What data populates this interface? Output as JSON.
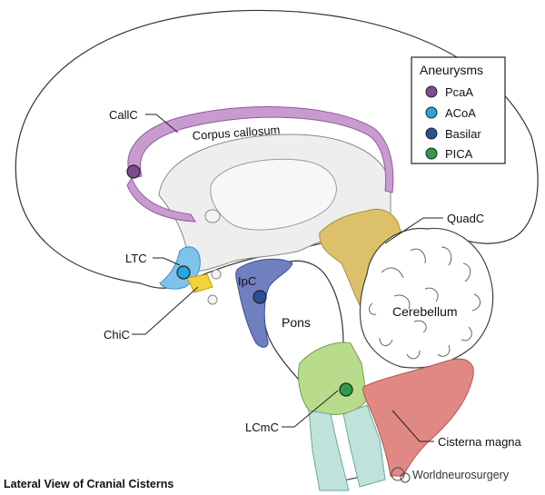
{
  "legend": {
    "title": "Aneurysms",
    "items": [
      {
        "label": "PcaA",
        "color": "#7d4a93"
      },
      {
        "label": "ACoA",
        "color": "#25a6dc"
      },
      {
        "label": "Basilar",
        "color": "#2d4f96"
      },
      {
        "label": "PICA",
        "color": "#2f9a4d"
      }
    ]
  },
  "labels": {
    "callc": "CallC",
    "corpus_callosum": "Corpus callosum",
    "quadc": "QuadC",
    "ltc": "LTC",
    "ipc": "IpC",
    "pons": "Pons",
    "cerebellum": "Cerebellum",
    "chic": "ChiC",
    "lcmc": "LCmC",
    "cisterna_magna": "Cisterna magna"
  },
  "caption": "Lateral View of Cranial Cisterns",
  "watermark": "Worldneurosurgery",
  "colors": {
    "callosal": "#c99ad0",
    "quadrigeminal": "#dcc16a",
    "lamina_terminalis": "#7ec3ea",
    "chiasmatic": "#f3d23a",
    "interpeduncular": "#6f7fc0",
    "cerebellomedullary": "#b9dc8c",
    "magna": "#e08884",
    "spinal": "#bfe3da"
  }
}
